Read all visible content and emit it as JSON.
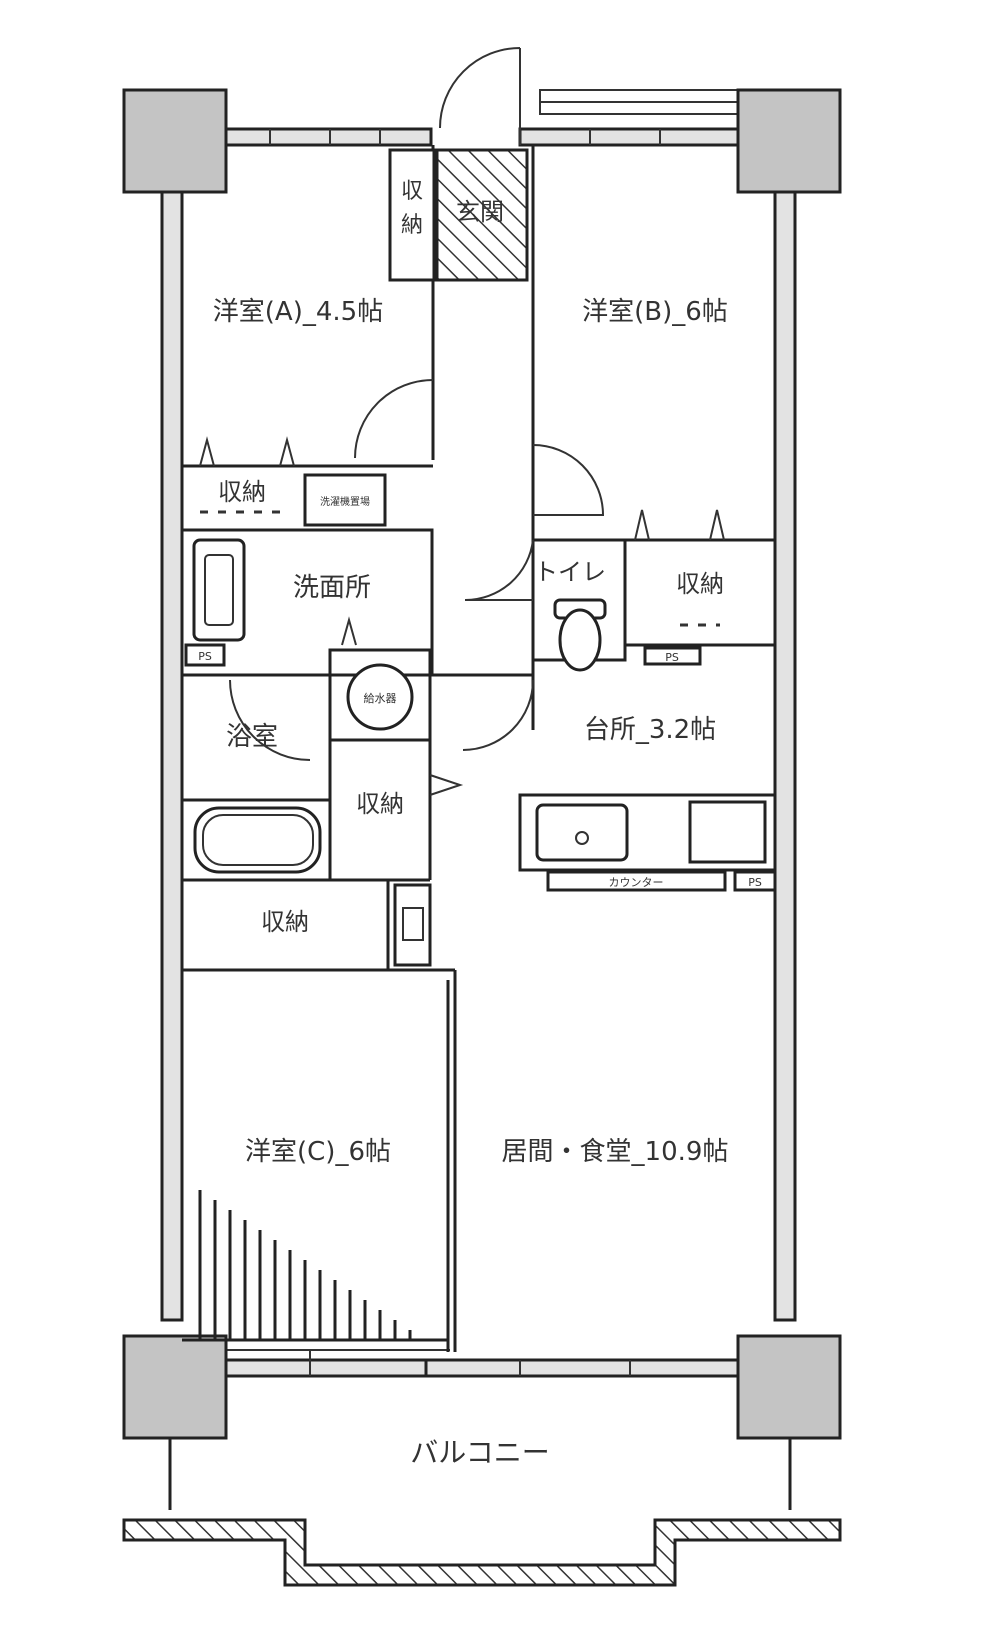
{
  "rooms": {
    "room_a": "洋室(A)_4.5帖",
    "room_b": "洋室(B)_6帖",
    "room_c": "洋室(C)_6帖",
    "living": "居間・食堂_10.9帖",
    "kitchen": "台所_3.2帖",
    "washroom": "洗面所",
    "bath": "浴室",
    "toilet": "トイレ",
    "entrance": "玄関",
    "balcony": "バルコニー"
  },
  "storage": {
    "entrance_top": "収",
    "entrance_bottom": "納",
    "room_a": "収納",
    "room_b": "収納",
    "hall": "収納",
    "room_c": "収納"
  },
  "fixtures": {
    "washer": "洗濯機置場",
    "water_heater": "給水器",
    "counter": "カウンター",
    "ps_1": "PS",
    "ps_2": "PS",
    "ps_3": "PS"
  }
}
